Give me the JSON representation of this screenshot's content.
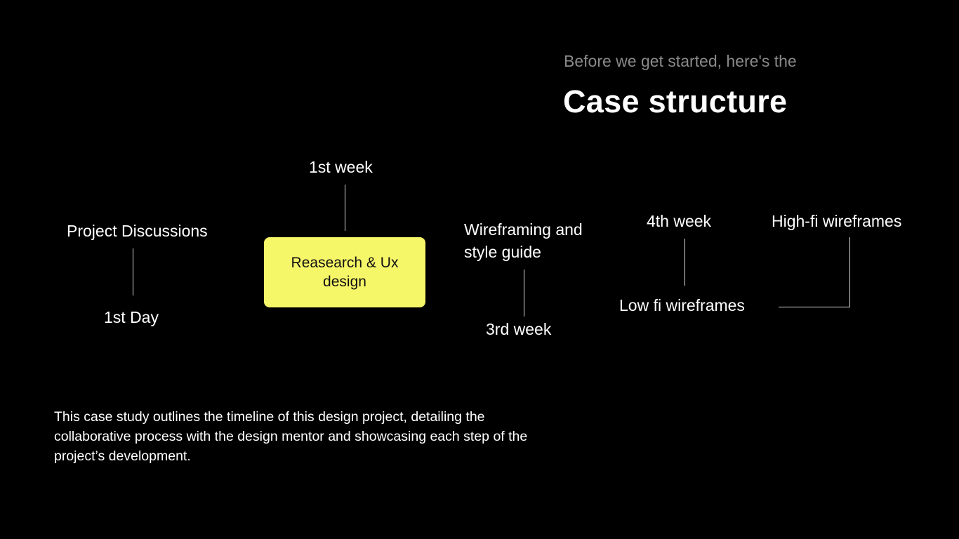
{
  "header": {
    "subtitle": "Before we get started, here's the",
    "title": "Case structure"
  },
  "timeline": {
    "project_discussions": "Project Discussions",
    "first_day": "1st Day",
    "first_week": "1st week",
    "research_box": "Reasearch & Ux design",
    "wireframing_line1": "Wireframing and",
    "wireframing_line2": "style guide",
    "third_week": "3rd week",
    "fourth_week": "4th week",
    "low_fi": "Low fi wireframes",
    "high_fi": "High-fi wireframes"
  },
  "colors": {
    "background": "#000000",
    "highlight": "#f6f669",
    "subtitle": "#8a8a8a",
    "text": "#ffffff"
  },
  "description": "This case study outlines the timeline of this design project, detailing the collaborative process with the design mentor and showcasing each step of the project’s development."
}
